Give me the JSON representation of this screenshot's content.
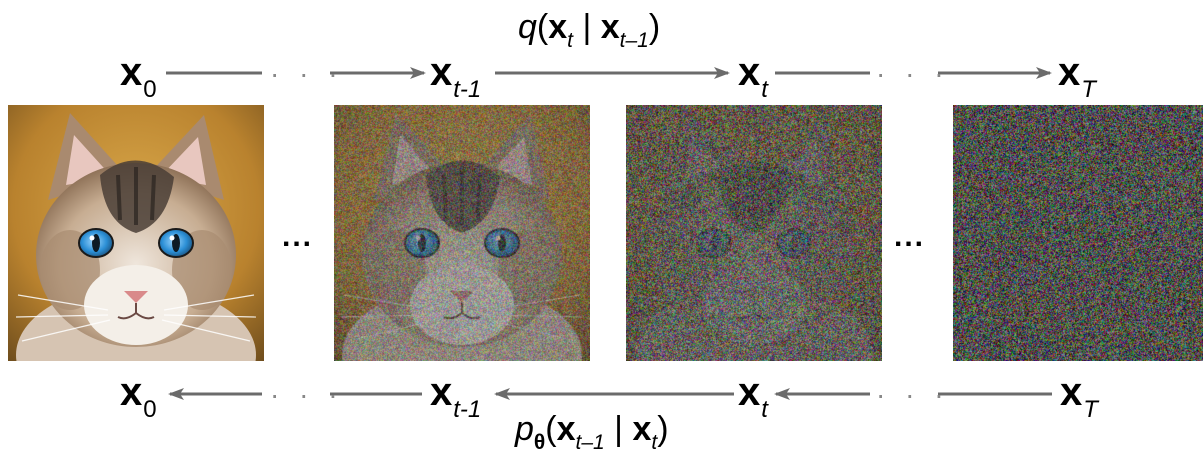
{
  "forward_process": {
    "formula": {
      "func": "q",
      "open": "(",
      "var": "x",
      "var_sub": "t",
      "bar": " | ",
      "cond": "x",
      "cond_sub": "t–1",
      "close": ")"
    },
    "nodes": [
      {
        "symbol": "x",
        "sub": "0"
      },
      {
        "symbol": "x",
        "sub": "t-1"
      },
      {
        "symbol": "x",
        "sub": "t"
      },
      {
        "symbol": "x",
        "sub": "T"
      }
    ],
    "ellipsis": "· · ·"
  },
  "reverse_process": {
    "formula": {
      "func": "p",
      "func_sub": "θ",
      "open": "(",
      "var": "x",
      "var_sub": "t–1",
      "bar": " | ",
      "cond": "x",
      "cond_sub": "t",
      "close": ")"
    },
    "nodes": [
      {
        "symbol": "x",
        "sub": "0"
      },
      {
        "symbol": "x",
        "sub": "t-1"
      },
      {
        "symbol": "x",
        "sub": "t"
      },
      {
        "symbol": "x",
        "sub": "T"
      }
    ],
    "ellipsis": "· · ·"
  },
  "image_sequence": {
    "gap_ellipsis": "...",
    "panels": [
      {
        "name": "clean-cat",
        "noise_level": 0.0
      },
      {
        "name": "noisy-cat-t-minus-1",
        "noise_level": 0.55
      },
      {
        "name": "noisy-cat-t",
        "noise_level": 0.85
      },
      {
        "name": "pure-noise-T",
        "noise_level": 1.0
      }
    ]
  },
  "colors": {
    "arrow": "#6b6b6b",
    "text": "#000000",
    "noise_base": "#a6a6a0"
  }
}
